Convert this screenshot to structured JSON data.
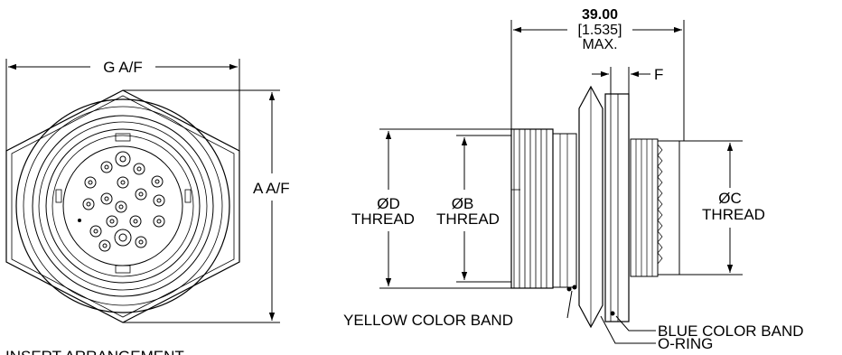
{
  "labels": {
    "g_af": "G A/F",
    "a_af": "A A/F",
    "insert_arrangement": "INSERT ARRANGEMENT",
    "dim_overall_mm": "39.00",
    "dim_overall_in": "[1.535]",
    "dim_overall_max": "MAX.",
    "f": "F",
    "od_thread_name": "ØD",
    "od_thread_word": "THREAD",
    "ob_thread_name": "ØB",
    "ob_thread_word": "THREAD",
    "oc_thread_name": "ØC",
    "oc_thread_word": "THREAD",
    "yellow_band": "YELLOW COLOR BAND",
    "blue_band": "BLUE COLOR BAND",
    "o_ring": "O-RING"
  },
  "colors": {
    "line": "#000000",
    "background": "#ffffff"
  }
}
